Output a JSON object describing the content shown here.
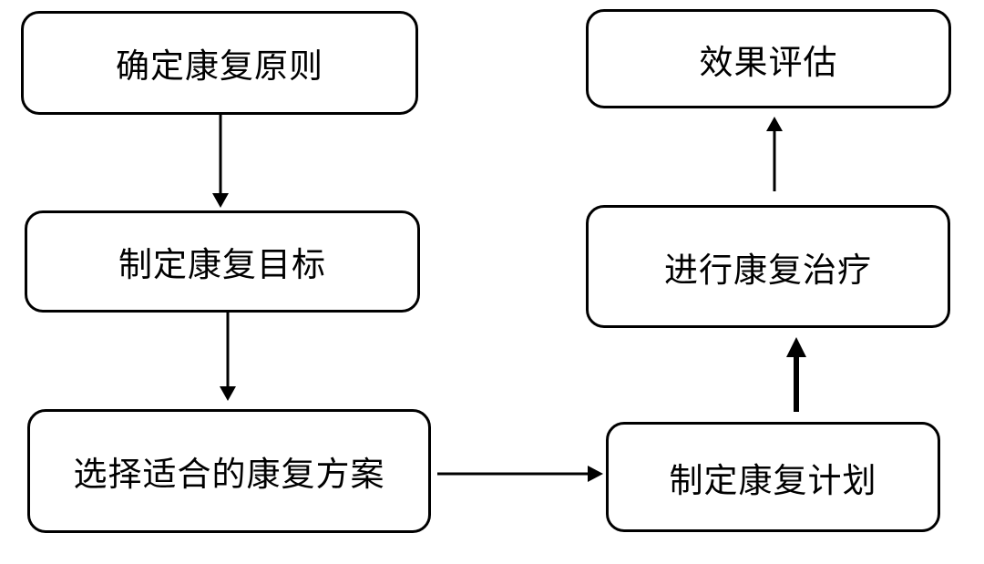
{
  "nodes": {
    "principle": "确定康复原则",
    "goal": "制定康复目标",
    "program": "选择适合的康复方案",
    "plan": "制定康复计划",
    "treatment": "进行康复治疗",
    "evaluation": "效果评估"
  },
  "edges": [
    {
      "from": "确定康复原则",
      "to": "制定康复目标"
    },
    {
      "from": "制定康复目标",
      "to": "选择适合的康复方案"
    },
    {
      "from": "选择适合的康复方案",
      "to": "制定康复计划"
    },
    {
      "from": "制定康复计划",
      "to": "进行康复治疗"
    },
    {
      "from": "进行康复治疗",
      "to": "效果评估"
    }
  ]
}
